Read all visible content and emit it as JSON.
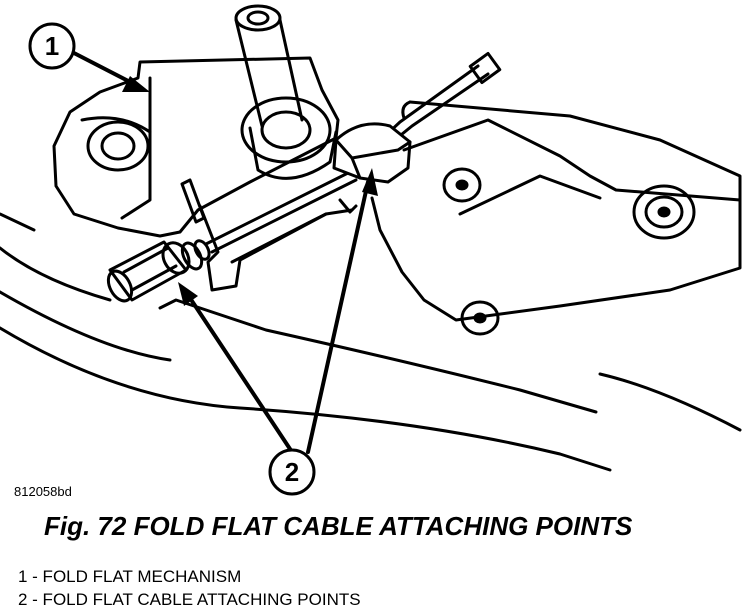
{
  "figure": {
    "id": "812058bd",
    "caption": "Fig. 72 FOLD FLAT CABLE ATTACHING POINTS",
    "callouts": [
      "1",
      "2"
    ]
  },
  "legend": [
    "1 - FOLD FLAT MECHANISM",
    "2 - FOLD FLAT CABLE ATTACHING POINTS"
  ]
}
